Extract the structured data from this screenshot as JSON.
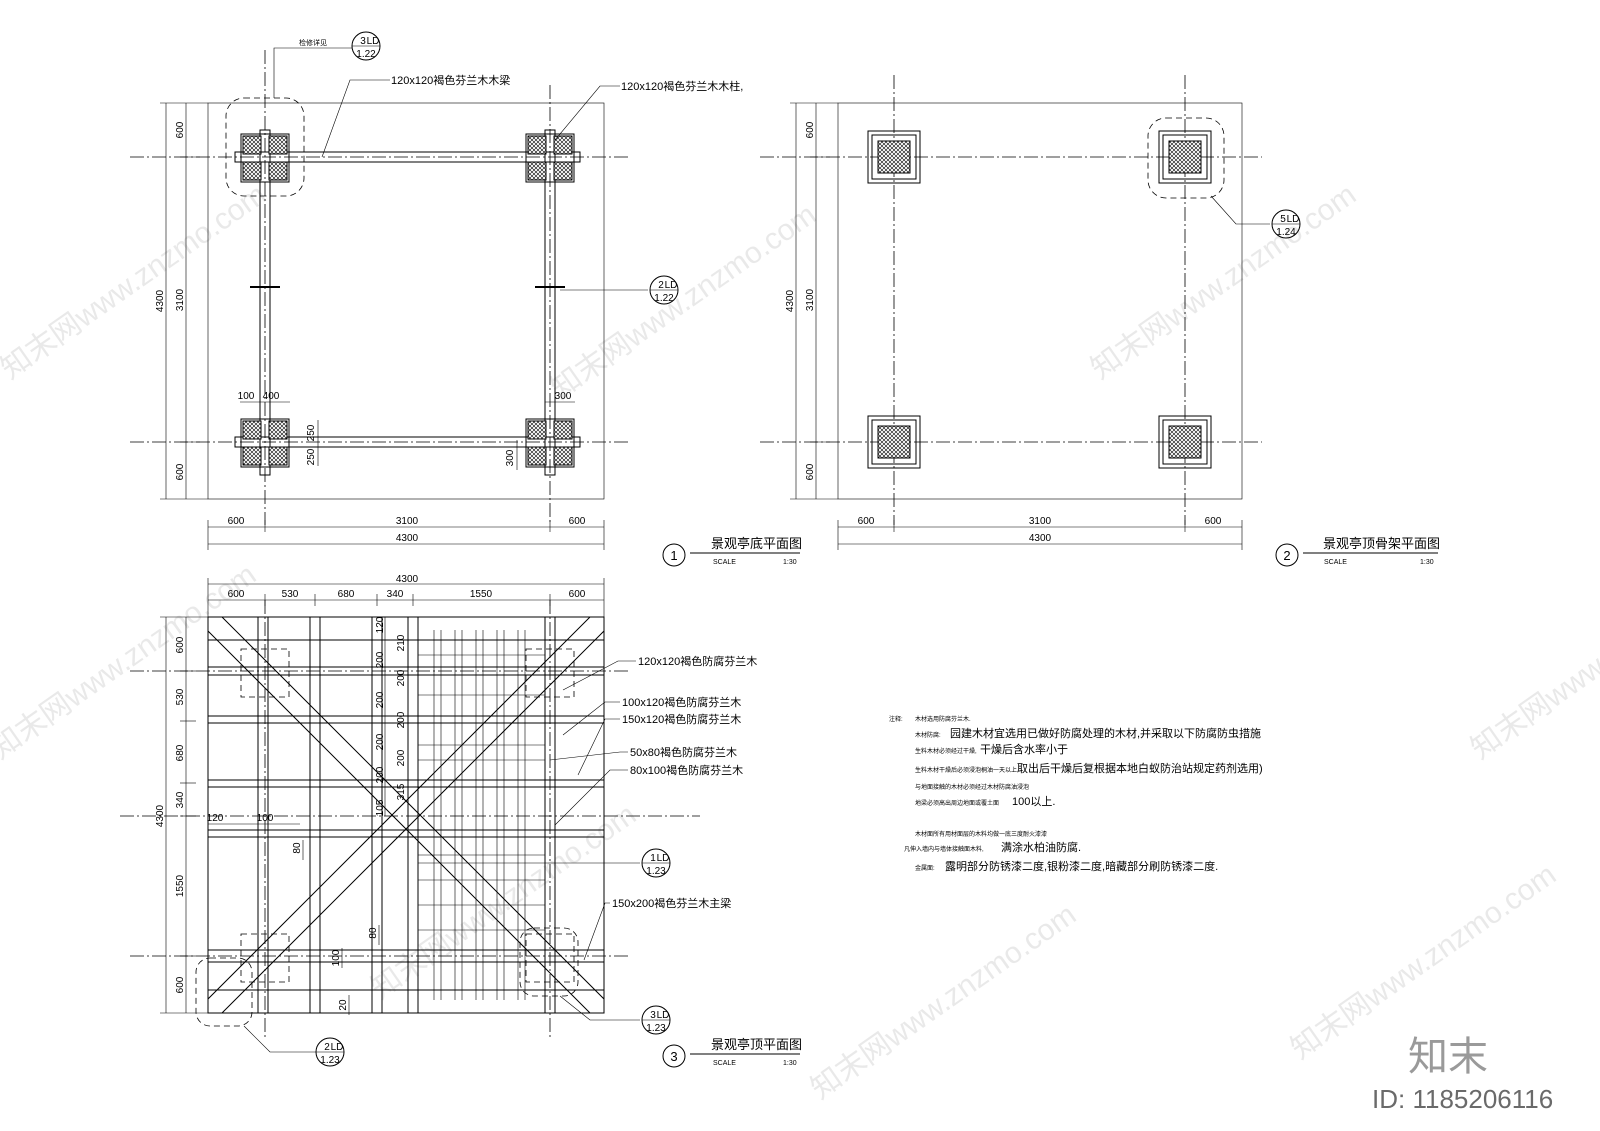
{
  "watermark": "知末网www.znzmo.com",
  "brand": {
    "logo": "知末",
    "id_label": "ID: 1185206116"
  },
  "plan1": {
    "title": "景观亭底平面图",
    "number": "1",
    "scale_label": "SCALE",
    "scale": "1:30",
    "dims": {
      "total": "4300",
      "edge": "600",
      "mid": "3100",
      "d100": "100",
      "d400": "400",
      "d300": "300",
      "d250": "250"
    },
    "callout_top_text": "检修详见",
    "callouts": [
      {
        "num": "3",
        "code": "LD",
        "sheet": "1.22"
      },
      {
        "num": "2",
        "code": "LD",
        "sheet": "1.22"
      }
    ],
    "labels": {
      "beam": "120x120褐色芬兰木木梁",
      "column": "120x120褐色芬兰木木柱,"
    }
  },
  "plan2": {
    "title": "景观亭顶骨架平面图",
    "number": "2",
    "scale_label": "SCALE",
    "scale": "1:30",
    "dims": {
      "total": "4300",
      "edge": "600",
      "mid": "3100"
    },
    "callout": {
      "num": "5",
      "code": "LD",
      "sheet": "1.24"
    }
  },
  "plan3": {
    "title": "景观亭顶平面图",
    "number": "3",
    "scale_label": "SCALE",
    "scale": "1:30",
    "top_dims": [
      "600",
      "530",
      "680",
      "340",
      "1550",
      "600"
    ],
    "top_total": "4300",
    "left_dims": [
      "600",
      "530",
      "680",
      "340",
      "1550",
      "600"
    ],
    "left_total": "4300",
    "inner_dims": [
      "120",
      "210",
      "200",
      "200",
      "200",
      "200",
      "200",
      "200",
      "200",
      "315",
      "105"
    ],
    "misc_dims": {
      "d120": "120",
      "d100": "100",
      "d80": "80",
      "d20": "20"
    },
    "labels": [
      "120x120褐色防腐芬兰木",
      "100x120褐色防腐芬兰木",
      "150x120褐色防腐芬兰木",
      "50x80褐色防腐芬兰木",
      "80x100褐色防腐芬兰木",
      "150x200褐色芬兰木主梁"
    ],
    "callouts": [
      {
        "num": "1",
        "code": "LD",
        "sheet": "1.23"
      },
      {
        "num": "3",
        "code": "LD",
        "sheet": "1.23"
      },
      {
        "num": "2",
        "code": "LD",
        "sheet": "1.23"
      }
    ]
  },
  "notes": {
    "heading": "注释:",
    "rows": [
      {
        "small": "木材选用防腐芬兰木.",
        "large": ""
      },
      {
        "small": "木材防腐:",
        "large": "园建木材宜选用已做好防腐处理的木材,并采取以下防腐防虫措施"
      },
      {
        "small": "生料木材必须经过干燥,",
        "large": "干燥后含水率小于"
      },
      {
        "small": "生料木材干燥后必须浸泡桐油一天以上,",
        "large": "取出后干燥后复根据本地白蚁防治站规定药剂选用)"
      },
      {
        "small": "与地面接触的木材必须经过木材防腐油浸泡",
        "large": ""
      },
      {
        "small": "地梁必须高出周边地面或覆土面",
        "large": "100以上."
      },
      {
        "small": "木材面所有用材面层的木料均做一底三度耐火漆漆",
        "large": ""
      },
      {
        "small": "凡伸入墙内与墙体接触面木料,",
        "large": "满涂水柏油防腐."
      },
      {
        "small": "金属面:",
        "large": "露明部分防锈漆二度,银粉漆二度,暗藏部分刷防锈漆二度."
      }
    ]
  }
}
